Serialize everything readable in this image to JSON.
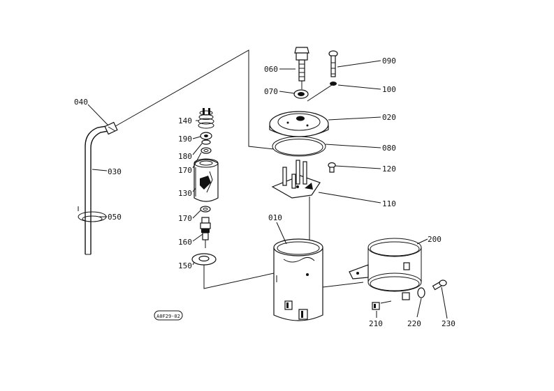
{
  "diagram": {
    "figure_code": "A0F29-02",
    "labels": {
      "p040": "040",
      "p030": "030",
      "p050": "050",
      "p140": "140",
      "p190": "190",
      "p180": "180",
      "p170a": "170",
      "p130": "130",
      "p170b": "170",
      "p160": "160",
      "p150": "150",
      "p060": "060",
      "p070": "070",
      "p090": "090",
      "p100": "100",
      "p020": "020",
      "p080": "080",
      "p120": "120",
      "p110": "110",
      "p010": "010",
      "p200": "200",
      "p210": "210",
      "p220": "220",
      "p230": "230"
    }
  }
}
